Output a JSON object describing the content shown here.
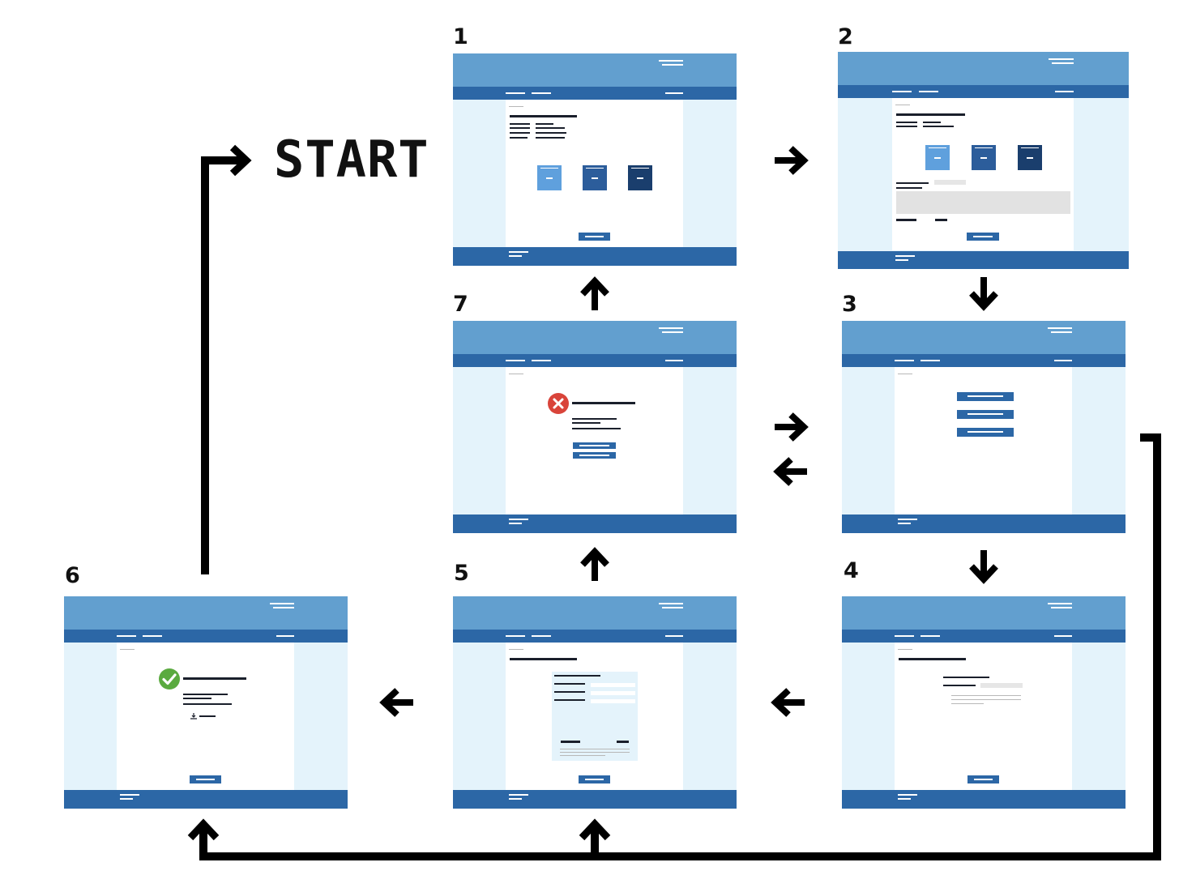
{
  "diagram": {
    "start_label": "START",
    "colors": {
      "header": "#629fcf",
      "nav": "#2c67a6",
      "sidebar": "#e4f3fb",
      "content": "#ffffff",
      "box_light": "#5fa0dd",
      "box_mid": "#2c5d9b",
      "box_dark": "#1a3e6d",
      "success": "#5aaa3f",
      "error": "#d9443a",
      "arrow": "#000000"
    },
    "screens": [
      {
        "step": "1",
        "variant": "selection"
      },
      {
        "step": "2",
        "variant": "selection-form"
      },
      {
        "step": "3",
        "variant": "options"
      },
      {
        "step": "4",
        "variant": "details"
      },
      {
        "step": "5",
        "variant": "summary"
      },
      {
        "step": "6",
        "variant": "success"
      },
      {
        "step": "7",
        "variant": "error"
      }
    ],
    "edges": [
      {
        "from": "1",
        "to": "2"
      },
      {
        "from": "2",
        "to": "3"
      },
      {
        "from": "3",
        "to": "4"
      },
      {
        "from": "3",
        "to": "7"
      },
      {
        "from": "7",
        "to": "3"
      },
      {
        "from": "4",
        "to": "5"
      },
      {
        "from": "5",
        "to": "6"
      },
      {
        "from": "5",
        "to": "7"
      },
      {
        "from": "7",
        "to": "1"
      },
      {
        "from": "6",
        "to": "START"
      },
      {
        "from": "3",
        "to": "5"
      },
      {
        "from": "3",
        "to": "6"
      }
    ],
    "icons": {
      "success": "check-circle-icon",
      "error": "x-circle-icon",
      "download": "download-icon",
      "back": "back-arrow-icon"
    }
  }
}
